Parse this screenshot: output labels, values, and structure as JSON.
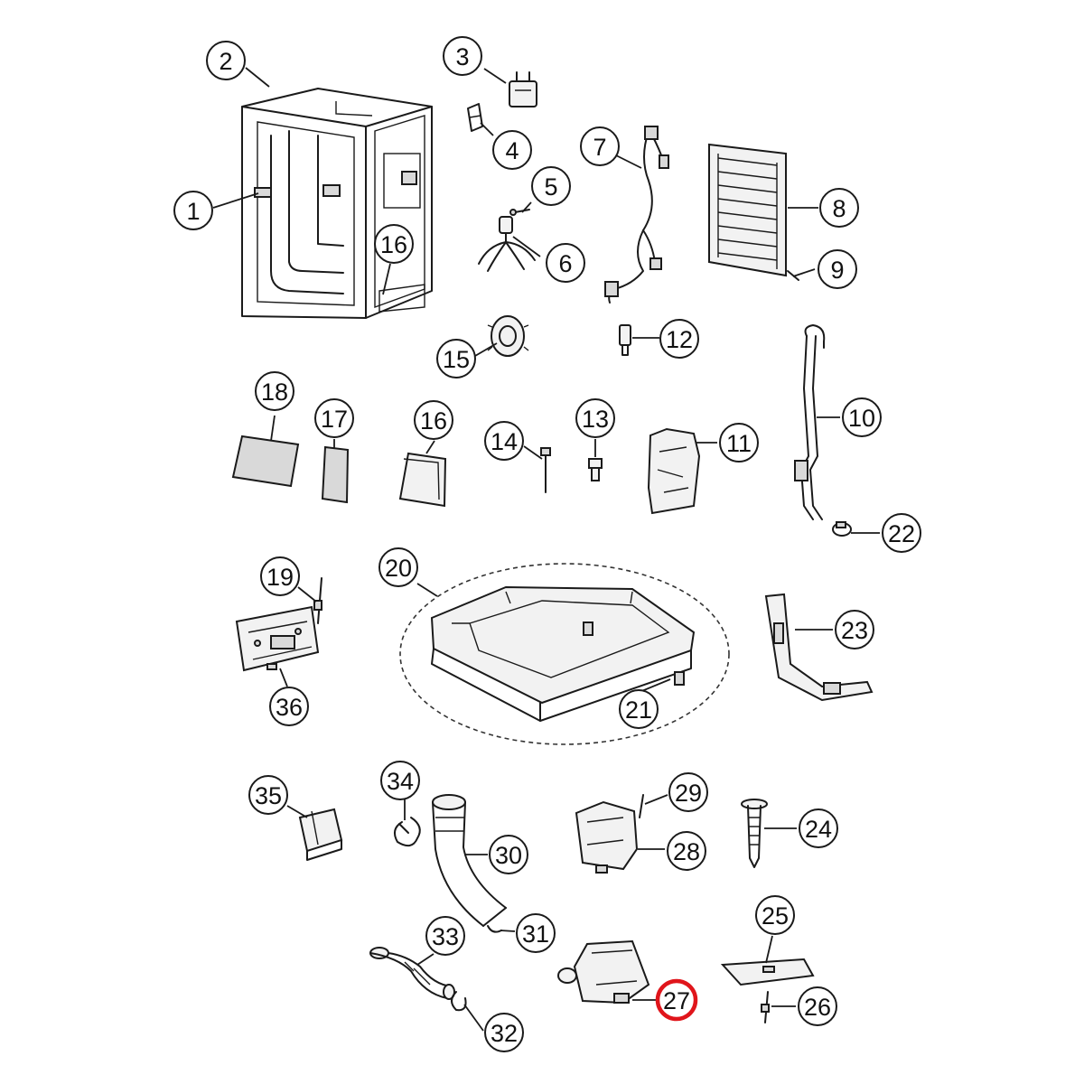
{
  "diagram": {
    "type": "exploded-parts-diagram",
    "colors": {
      "line": "#1a1a1a",
      "highlight": "#e0151b",
      "background": "#ffffff"
    },
    "highlighted_callout": "27",
    "callouts": [
      {
        "label": "1"
      },
      {
        "label": "2"
      },
      {
        "label": "3"
      },
      {
        "label": "4"
      },
      {
        "label": "5"
      },
      {
        "label": "6"
      },
      {
        "label": "7"
      },
      {
        "label": "8"
      },
      {
        "label": "9"
      },
      {
        "label": "10"
      },
      {
        "label": "11"
      },
      {
        "label": "12"
      },
      {
        "label": "13"
      },
      {
        "label": "14"
      },
      {
        "label": "15"
      },
      {
        "label": "16"
      },
      {
        "label": "16"
      },
      {
        "label": "17"
      },
      {
        "label": "18"
      },
      {
        "label": "19"
      },
      {
        "label": "20"
      },
      {
        "label": "21"
      },
      {
        "label": "22"
      },
      {
        "label": "23"
      },
      {
        "label": "24"
      },
      {
        "label": "25"
      },
      {
        "label": "26"
      },
      {
        "label": "27"
      },
      {
        "label": "28"
      },
      {
        "label": "29"
      },
      {
        "label": "30"
      },
      {
        "label": "31"
      },
      {
        "label": "32"
      },
      {
        "label": "33"
      },
      {
        "label": "34"
      },
      {
        "label": "35"
      },
      {
        "label": "36"
      }
    ]
  }
}
